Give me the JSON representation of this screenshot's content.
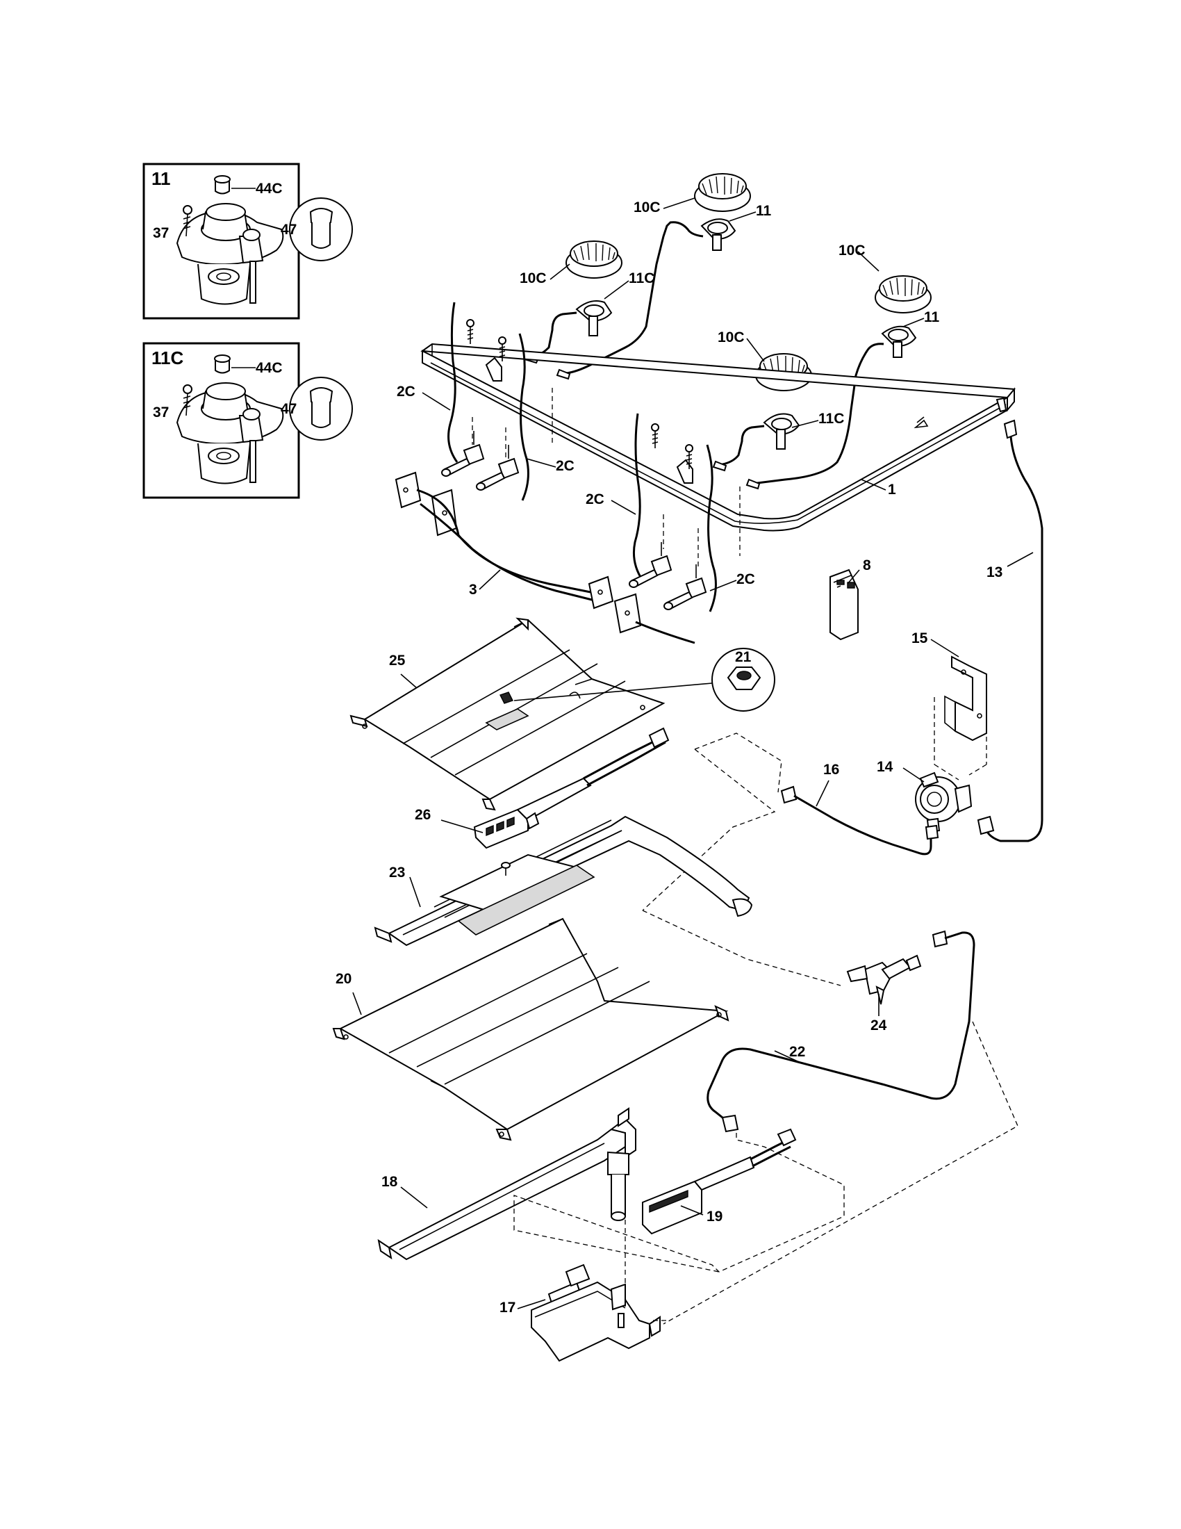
{
  "insets": [
    {
      "title": "11",
      "labels": [
        "44C",
        "37",
        "47"
      ]
    },
    {
      "title": "11C",
      "labels": [
        "44C",
        "37",
        "47"
      ]
    }
  ],
  "labels": {
    "l10c_a": "10C",
    "l11_a": "11",
    "l10c_b": "10C",
    "l11c_b": "11C",
    "l10c_c": "10C",
    "l11_c": "11",
    "l10c_d": "10C",
    "l11c_d": "11C",
    "l2c_a": "2C",
    "l2c_b": "2C",
    "l2c_c": "2C",
    "l2c_d": "2C",
    "l1": "1",
    "l3": "3",
    "l8": "8",
    "l13": "13",
    "l15": "15",
    "l21": "21",
    "l25": "25",
    "l14": "14",
    "l16": "16",
    "l26": "26",
    "l23": "23",
    "l20": "20",
    "l24": "24",
    "l22": "22",
    "l18": "18",
    "l19": "19",
    "l17": "17"
  }
}
